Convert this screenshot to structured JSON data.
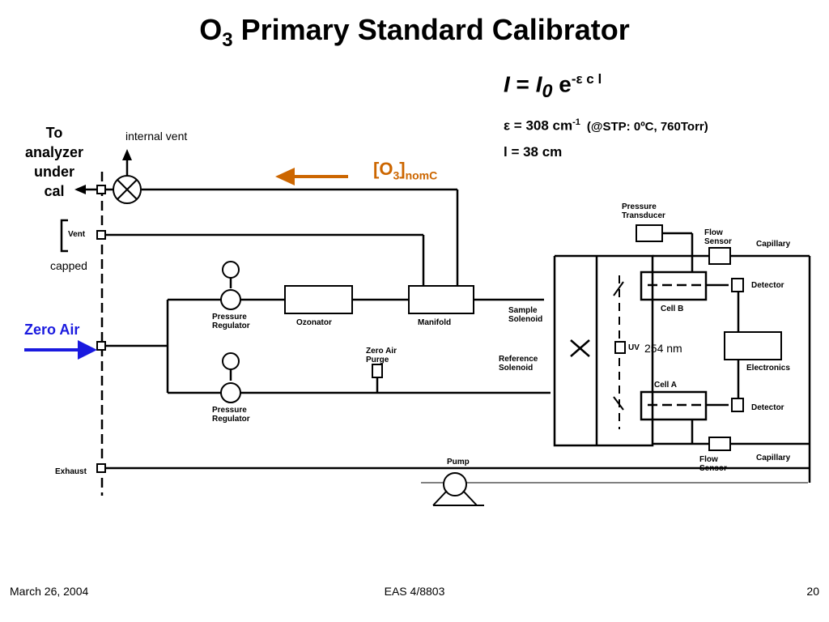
{
  "title": {
    "main": "O",
    "sub": "3",
    "rest": " Primary Standard Calibrator"
  },
  "equation": {
    "I": "I",
    "eq": " = ",
    "I0": "I",
    "I0_sub": "0",
    "e": " e",
    "exp": "-ε c l",
    "epsilon": "ε = 308 cm",
    "epsilon_exp": "-1",
    "stp": "(@STP: 0ºC, 760Torr)",
    "length": "l = 38 cm"
  },
  "labels": {
    "to_analyzer": [
      "To",
      "analyzer",
      "under",
      "cal"
    ],
    "internal_vent": "internal vent",
    "o3_nom": "[O",
    "o3_nom_sub": "3",
    "o3_nom_close": "]",
    "o3_nom_sub2": "nomC",
    "capped": "capped",
    "zero_air": "Zero Air",
    "nm": "254 nm"
  },
  "components": {
    "vent": "Vent",
    "pressure_regulator_1": "Pressure Regulator",
    "pressure_regulator_2": "Pressure Regulator",
    "ozonator": "Ozonator",
    "manifold": "Manifold",
    "zero_air_purge": "Zero Air Purge",
    "sample_solenoid": "Sample Solenoid",
    "reference_solenoid": "Reference Solenoid",
    "pressure_transducer": "Pressure Transducer",
    "flow_sensor_top": "Flow Sensor",
    "capillary_top": "Capillary",
    "detector_top": "Detector",
    "cell_b": "Cell B",
    "uv": "UV",
    "electronics": "Electronics",
    "cell_a": "Cell A",
    "detector_bottom": "Detector",
    "flow_sensor_bottom": "Flow Sensor",
    "capillary_bottom": "Capillary",
    "pump": "Pump",
    "exhaust": "Exhaust"
  },
  "colors": {
    "ozone_arrow": "#cc6600",
    "zero_air_arrow": "#1a1adf"
  },
  "footer": {
    "date": "March 26, 2004",
    "course": "EAS 4/8803",
    "page": "20"
  }
}
